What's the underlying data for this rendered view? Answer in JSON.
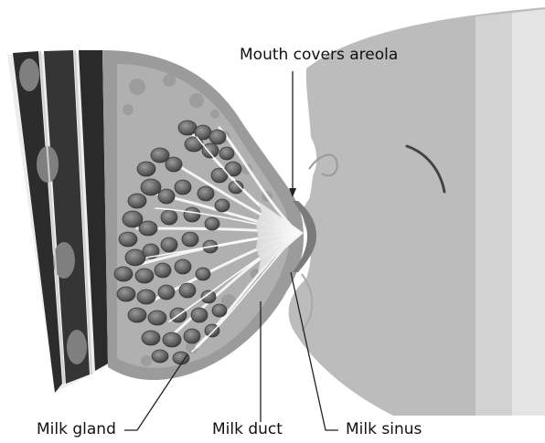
{
  "labels": {
    "top_fragment": "",
    "mouth": "Mouth covers areola",
    "gland": "Milk gland",
    "duct": "Milk duct",
    "sinus": "Milk sinus"
  },
  "colors": {
    "muscle_dark": "#2f2f2f",
    "muscle_oval": "#7e7e7e",
    "fat_tissue": "#a9a9a9",
    "gland_lobe": "#6e6e6e",
    "duct_white": "#f2f2f2",
    "face": "#b9b9b9",
    "face_band_mid": "#d4d4d4",
    "face_band_light": "#e6e6e6",
    "leader_line": "#222222"
  }
}
